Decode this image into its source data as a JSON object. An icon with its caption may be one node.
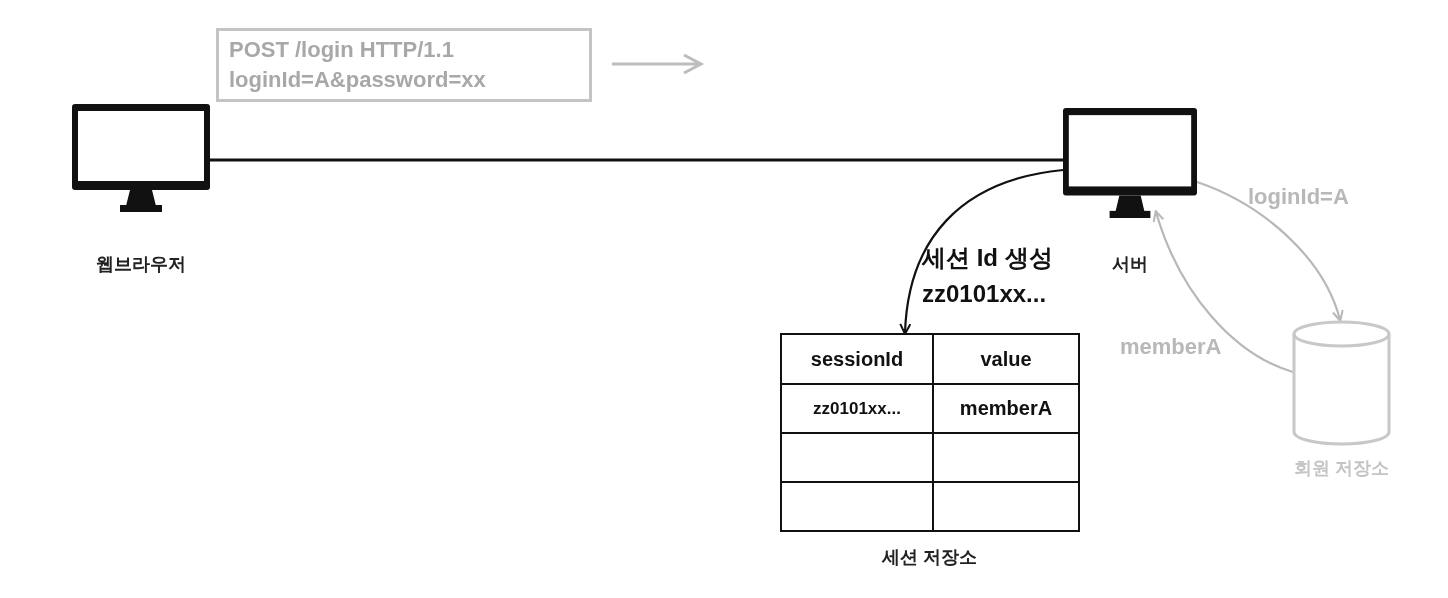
{
  "diagram": {
    "nodes": [
      {
        "text": [
          "웹브라우저"
        ]
      },
      {
        "text": [
          "서버"
        ]
      },
      {
        "text": [
          "POST /login HTTP/1.1",
          "loginId=A&password=xx"
        ]
      },
      {
        "text": [
          "sessionId",
          "value",
          "zz0101xx...",
          "memberA",
          "세션 저장소"
        ]
      },
      {
        "text": [
          "회원 저장소"
        ]
      }
    ],
    "edges": [
      {
        "from": 0,
        "to": 1,
        "arrow": "none",
        "color": "#111111"
      },
      {
        "from": 1,
        "to": 3,
        "arrow": "to",
        "label": "세션 Id 생성 zz0101xx...",
        "color": "#111111"
      },
      {
        "from": 1,
        "to": 4,
        "arrow": "to",
        "label": "loginId=A",
        "color": "#b8b8b8"
      },
      {
        "from": 4,
        "to": 1,
        "arrow": "to",
        "label": "memberA",
        "color": "#b8b8b8"
      }
    ]
  }
}
